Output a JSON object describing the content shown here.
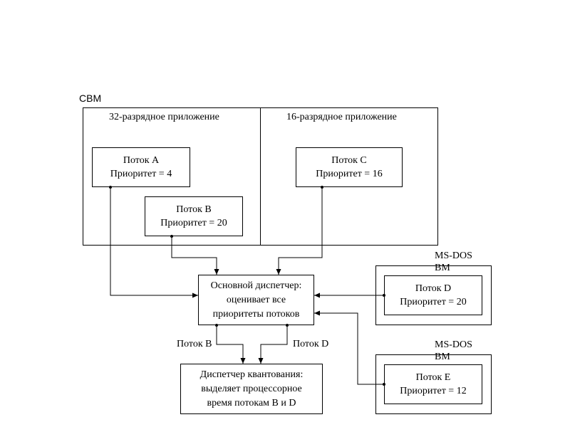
{
  "diagram": {
    "vm_label": "СВМ",
    "app32_label": "32-разрядное приложение",
    "app16_label": "16-разрядное приложение",
    "thread_a": {
      "name": "Поток А",
      "priority": "Приоритет = 4"
    },
    "thread_b": {
      "name": "Поток В",
      "priority": "Приоритет = 20"
    },
    "thread_c": {
      "name": "Поток С",
      "priority": "Приоритет = 16"
    },
    "main_dispatcher": {
      "line1": "Основной диспетчер:",
      "line2": "оценивает все",
      "line3": "приоритеты потоков"
    },
    "quantum_dispatcher": {
      "line1": "Диспетчер квантования:",
      "line2": "выделяет процессорное",
      "line3": "время потокам В и D"
    },
    "edge_label_b": "Поток В",
    "edge_label_d": "Поток D",
    "msdos_vm1": {
      "label_line1": "MS-DOS",
      "label_line2": "ВМ",
      "thread": {
        "name": "Поток D",
        "priority": "Приоритет = 20"
      }
    },
    "msdos_vm2": {
      "label_line1": "MS-DOS",
      "label_line2": "ВМ",
      "thread": {
        "name": "Поток Е",
        "priority": "Приоритет = 12"
      }
    },
    "line_color": "#000000"
  }
}
